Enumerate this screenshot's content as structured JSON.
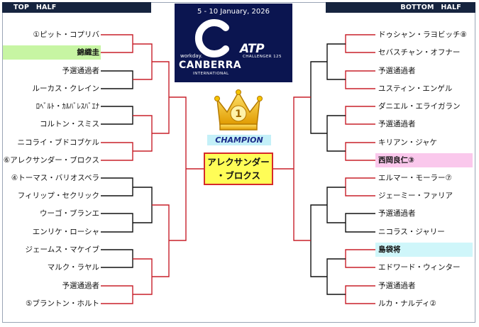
{
  "header": {
    "top_half": "TOP　HALF",
    "bottom_half": "BOTTOM　HALF"
  },
  "logo": {
    "dates": "5 - 10 January, 2026",
    "sponsor": "workday.",
    "city": "CANBERRA",
    "subtitle": "INTERNATIONAL",
    "atp": "ATP",
    "tier": "CHALLENGER 125"
  },
  "champion": {
    "label": "CHAMPION",
    "rank_number": "1",
    "name_line1": "アレクサンダー",
    "name_line2": "・ブロクス"
  },
  "top_half": [
    "①ピット・コプリバ",
    "錦織圭",
    "予選通過者",
    "ルーカス・クレイン",
    "ﾛﾍﾞﾙﾄ・ｶﾙﾊﾞﾚｽﾊﾞｴﾅ",
    "コルトン・スミス",
    "ニコライ・ブドコブケル",
    "⑥アレクサンダー・ブロクス",
    "④トーマス・バリオスベラ",
    "フィリップ・セクリック",
    "ウーゴ・ブランエ",
    "エンリケ・ローシャ",
    "ジェームス・マケイブ",
    "マルク・ラヤル",
    "予選通過者",
    "⑤ブラントン・ホルト"
  ],
  "bottom_half": [
    "ドゥシャン・ラヨビッチ⑧",
    "セバスチャン・オフナー",
    "予選通過者",
    "ユスティン・エンゲル",
    "ダニエル・エライガラン",
    "予選通過者",
    "キリアン・ジャケ",
    "西岡良仁③",
    "エルマー・モーラー⑦",
    "ジェーミー・ファリア",
    "予選通過者",
    "ニコラス・ジャリー",
    "島袋将",
    "エドワード・ウィンター",
    "予選通過者",
    "ルカ・ナルディ②"
  ],
  "colors": {
    "header_bg": "#16243f",
    "line": "#c8202a",
    "line_light": "#111111",
    "highlight_green": "#c7f5a3",
    "highlight_pink": "#fac8ec",
    "highlight_cyan": "#cff6fa",
    "champion_bg": "#fffd57",
    "logo_bg": "#0b1550",
    "crown": "#f2b705"
  }
}
